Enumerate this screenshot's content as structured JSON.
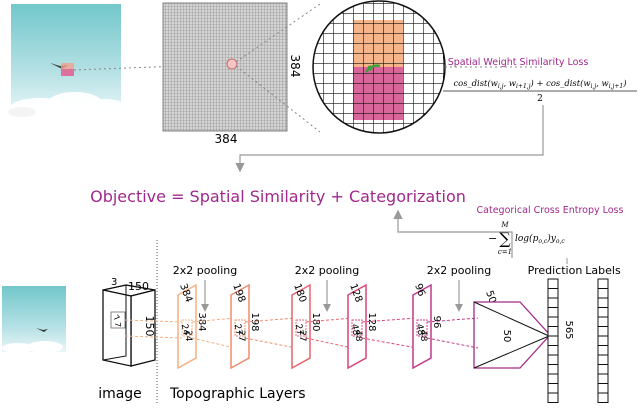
{
  "top": {
    "grid_size_bottom": "384",
    "grid_size_side": "384",
    "loss_title": "Spatial Weight Similarity Loss",
    "loss_formula": "cos_dist(w_{i,j}, w_{i+1,j}) + cos_dist(w_{i,j}, w_{i,j+1})",
    "loss_formula_html_parts": [
      "cos_dist(w",
      "i,j",
      ", w",
      "i+1,j",
      ") + cos_dist(w",
      "i,j",
      ", w",
      "i,j+1",
      ")"
    ],
    "loss_denominator": "2"
  },
  "objective": {
    "text": "Objective = Spatial Similarity + Categorization"
  },
  "ce_loss": {
    "title": "Categorical Cross Entropy Loss",
    "sum_top": "M",
    "sum_bottom": "c=1",
    "minus": "−",
    "sigma": "∑",
    "body": "log(p",
    "sub1": "o,c",
    "body2": ")y",
    "sub2": "o,c"
  },
  "network": {
    "input_dims": {
      "depth": "3",
      "width": "150",
      "height": "150"
    },
    "input_kernel": {
      "a": "7",
      "b": "7"
    },
    "pooling_labels": [
      "2x2 pooling",
      "2x2 pooling",
      "2x2 pooling"
    ],
    "layers": [
      {
        "top": "384",
        "side": "384",
        "k1": "24",
        "k2": "24",
        "color": "#f4b183"
      },
      {
        "top": "198",
        "side": "198",
        "k1": "27",
        "k2": "27",
        "color": "#f08c6e"
      },
      {
        "top": "180",
        "side": "180",
        "k1": "27",
        "k2": "27",
        "color": "#e8626f"
      },
      {
        "top": "128",
        "side": "128",
        "k1": "48",
        "k2": "48",
        "color": "#d9457a"
      },
      {
        "top": "96",
        "side": "96",
        "k1": "48",
        "k2": "48",
        "color": "#c23a8a"
      },
      {
        "top": "50",
        "side": "50",
        "k1": "",
        "k2": "",
        "color": "#a32b86"
      }
    ],
    "output_size": "565",
    "prediction_label": "Prediction",
    "labels_label": "Labels",
    "image_caption": "image",
    "layers_caption": "Topographic Layers"
  },
  "colors": {
    "objective": "#a0288c",
    "arrow_gray": "#999999",
    "patch_orange": "#f6b48a",
    "patch_pink": "#d9669a"
  }
}
